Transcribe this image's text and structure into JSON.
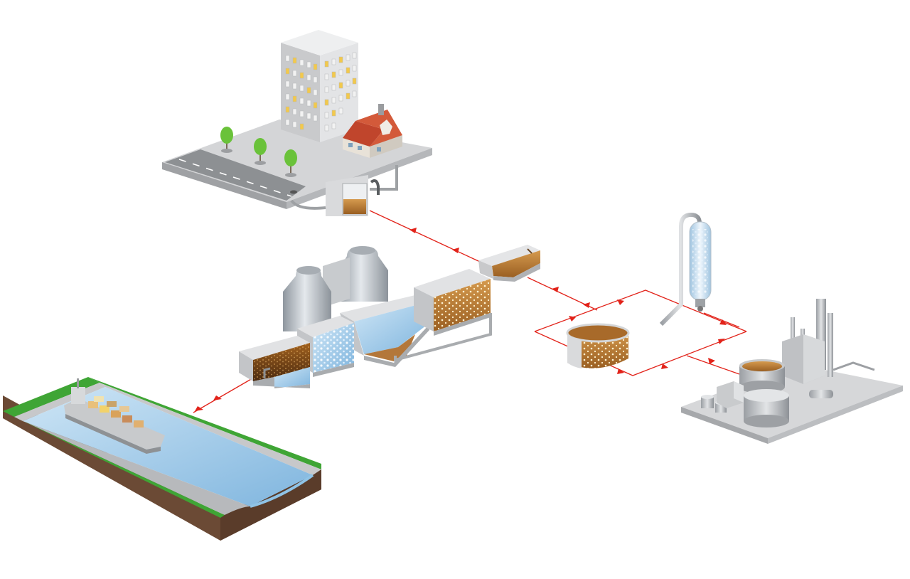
{
  "diagram": {
    "nodes": [
      {
        "id": "city",
        "icon": "city-block-icon"
      },
      {
        "id": "screen-chamber",
        "icon": "screen-chamber-icon"
      },
      {
        "id": "wastewater-treatment-plant",
        "icon": "treatment-plant-icon"
      },
      {
        "id": "digester-tanks",
        "icon": "digester-tanks-icon"
      },
      {
        "id": "biofilter",
        "icon": "biofilter-tank-icon"
      },
      {
        "id": "scrubber-column",
        "icon": "scrubber-column-icon"
      },
      {
        "id": "industrial-plant",
        "icon": "industrial-plant-icon"
      },
      {
        "id": "river",
        "icon": "river-with-ship-icon"
      }
    ],
    "flows": [
      {
        "from": "city",
        "to": "screen-chamber"
      },
      {
        "from": "screen-chamber",
        "to": "wastewater-treatment-plant"
      },
      {
        "from": "wastewater-treatment-plant",
        "to": "river"
      },
      {
        "from": "industrial-plant",
        "to": "biofilter"
      },
      {
        "from": "scrubber-column",
        "to": "biofilter"
      },
      {
        "from": "biofilter",
        "to": "industrial-plant"
      }
    ],
    "colors": {
      "flow_line": "#e2231a",
      "grass": "#3fa535",
      "water": "#8fc3e6",
      "soil": "#6b4a35",
      "concrete": "#c8c9cb",
      "sludge": "#c0883a",
      "window_lit": "#f2c94c"
    }
  }
}
